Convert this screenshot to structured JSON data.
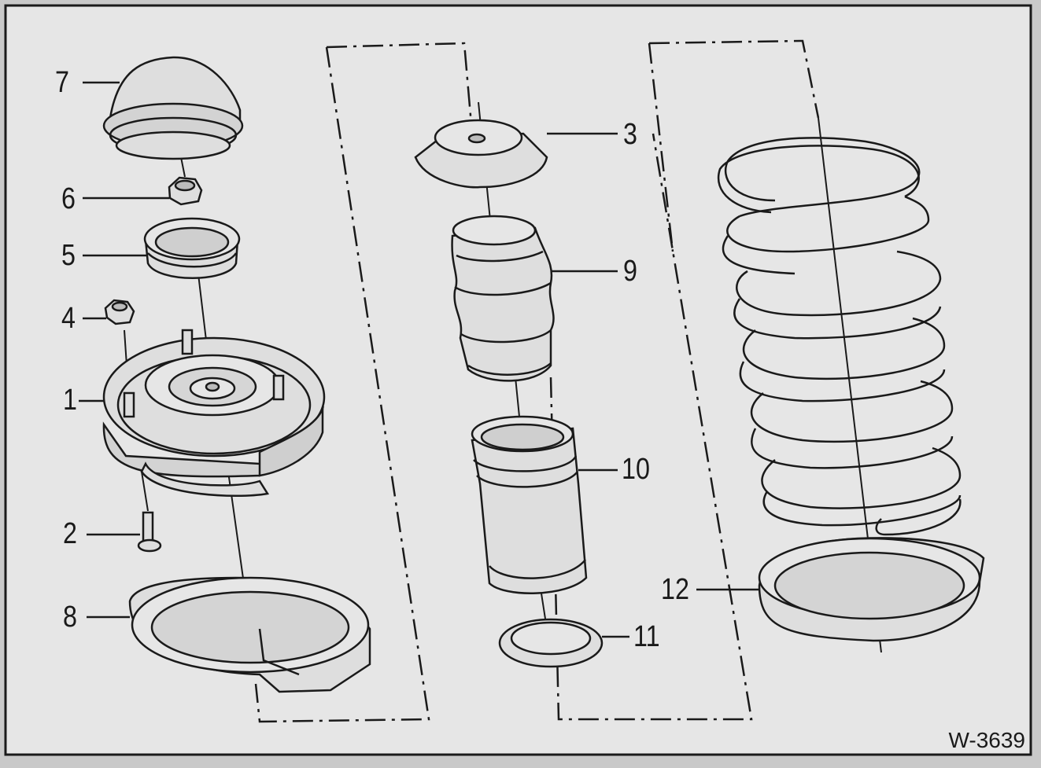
{
  "figure_code": "W-3639",
  "callouts": {
    "c1": "1",
    "c2": "2",
    "c3": "3",
    "c4": "4",
    "c5": "5",
    "c6": "6",
    "c7": "7",
    "c8": "8",
    "c9": "9",
    "c10": "10",
    "c11": "11",
    "c12": "12"
  },
  "colors": {
    "background": "#c9c9c9",
    "panel": "#e6e6e6",
    "part_fill": "#dedede",
    "stroke": "#1a1a1a"
  }
}
